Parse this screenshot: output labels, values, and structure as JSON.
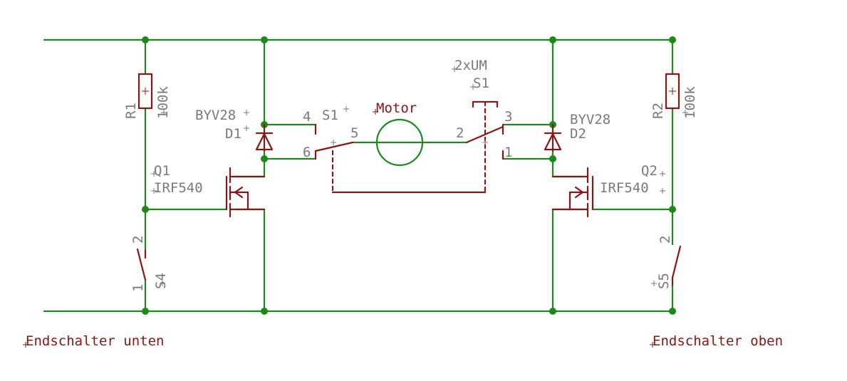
{
  "labels": {
    "switch_s1_type": "2xUM",
    "switch_s1_name": "S1",
    "switch_s1_name_b": "S1",
    "motor": "Motor",
    "r1_name": "R1",
    "r1_value": "100k",
    "r2_name": "R2",
    "r2_value": "100k",
    "d1_type": "BYV28",
    "d1_name": "D1",
    "d2_type": "BYV28",
    "d2_name": "D2",
    "q1_name": "Q1",
    "q1_type": "IRF540",
    "q2_name": "Q2",
    "q2_type": "IRF540",
    "s4_name": "S4",
    "s5_name": "S5",
    "pin_4": "4",
    "pin_6": "6",
    "pin_5": "5",
    "pin_2": "2",
    "pin_3": "3",
    "pin_1": "1",
    "s4_pin_2": "2",
    "s4_pin_1": "1",
    "s5_pin_2": "2",
    "endschalter_unten": "Endschalter unten",
    "endschalter_oben": "Endschalter oben"
  },
  "colors": {
    "wire": "#1b8a1b",
    "part": "#8b1414",
    "label": "#7a7a7a"
  }
}
